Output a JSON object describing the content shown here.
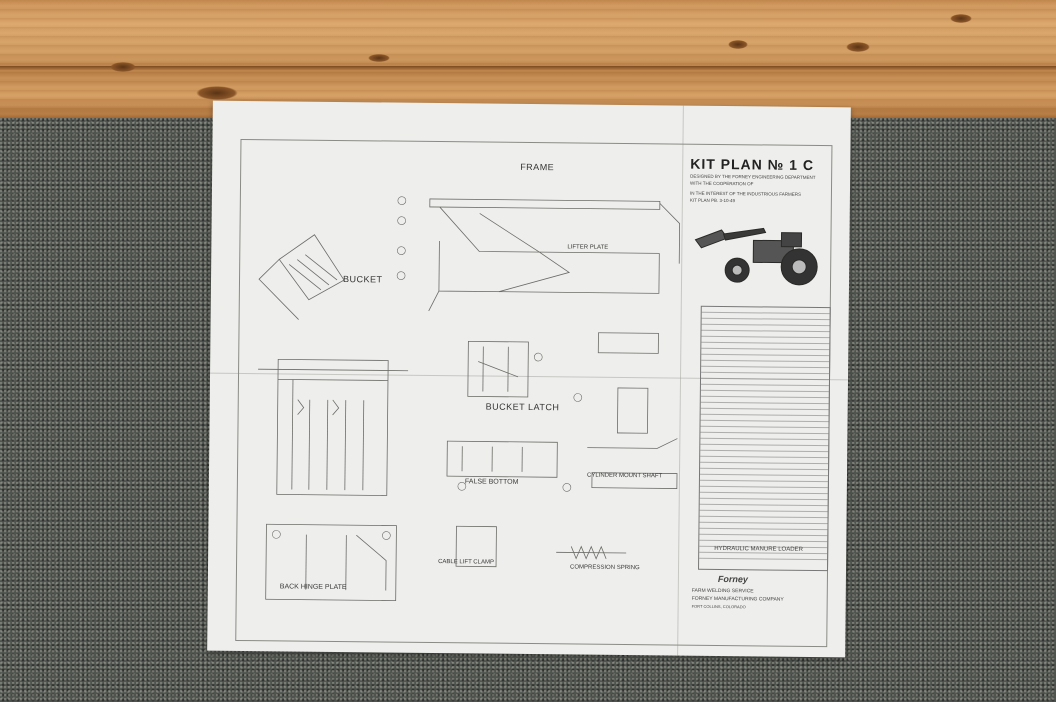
{
  "plan": {
    "title": "KIT PLAN № 1 C",
    "designed_by": "DESIGNED BY THE FORNEY ENGINEERING DEPARTMENT",
    "cooperation": "WITH THE COOPERATION OF",
    "interest": "IN THE INTEREST OF THE INDUSTRIOUS FARMERS",
    "kit_ref": "KIT PLAN PB. 3-10-49",
    "part_title": "HYDRAULIC MANURE LOADER",
    "brand": "Forney",
    "service": "FARM WELDING SERVICE",
    "company": "FORNEY MANUFACTURING COMPANY",
    "city": "FORT COLLINS, COLORADO"
  },
  "labels": {
    "frame": "FRAME",
    "bucket": "BUCKET",
    "bucket_latch": "BUCKET LATCH",
    "false_bottom": "FALSE BOTTOM",
    "back_hinge_plate": "BACK HINGE PLATE",
    "lifter_plate": "LIFTER PLATE",
    "cable_lift_clamp": "CABLE LIFT CLAMP",
    "cylinder_mount_shaft": "CYLINDER MOUNT SHAFT",
    "compression_spring": "COMPRESSION SPRING"
  }
}
